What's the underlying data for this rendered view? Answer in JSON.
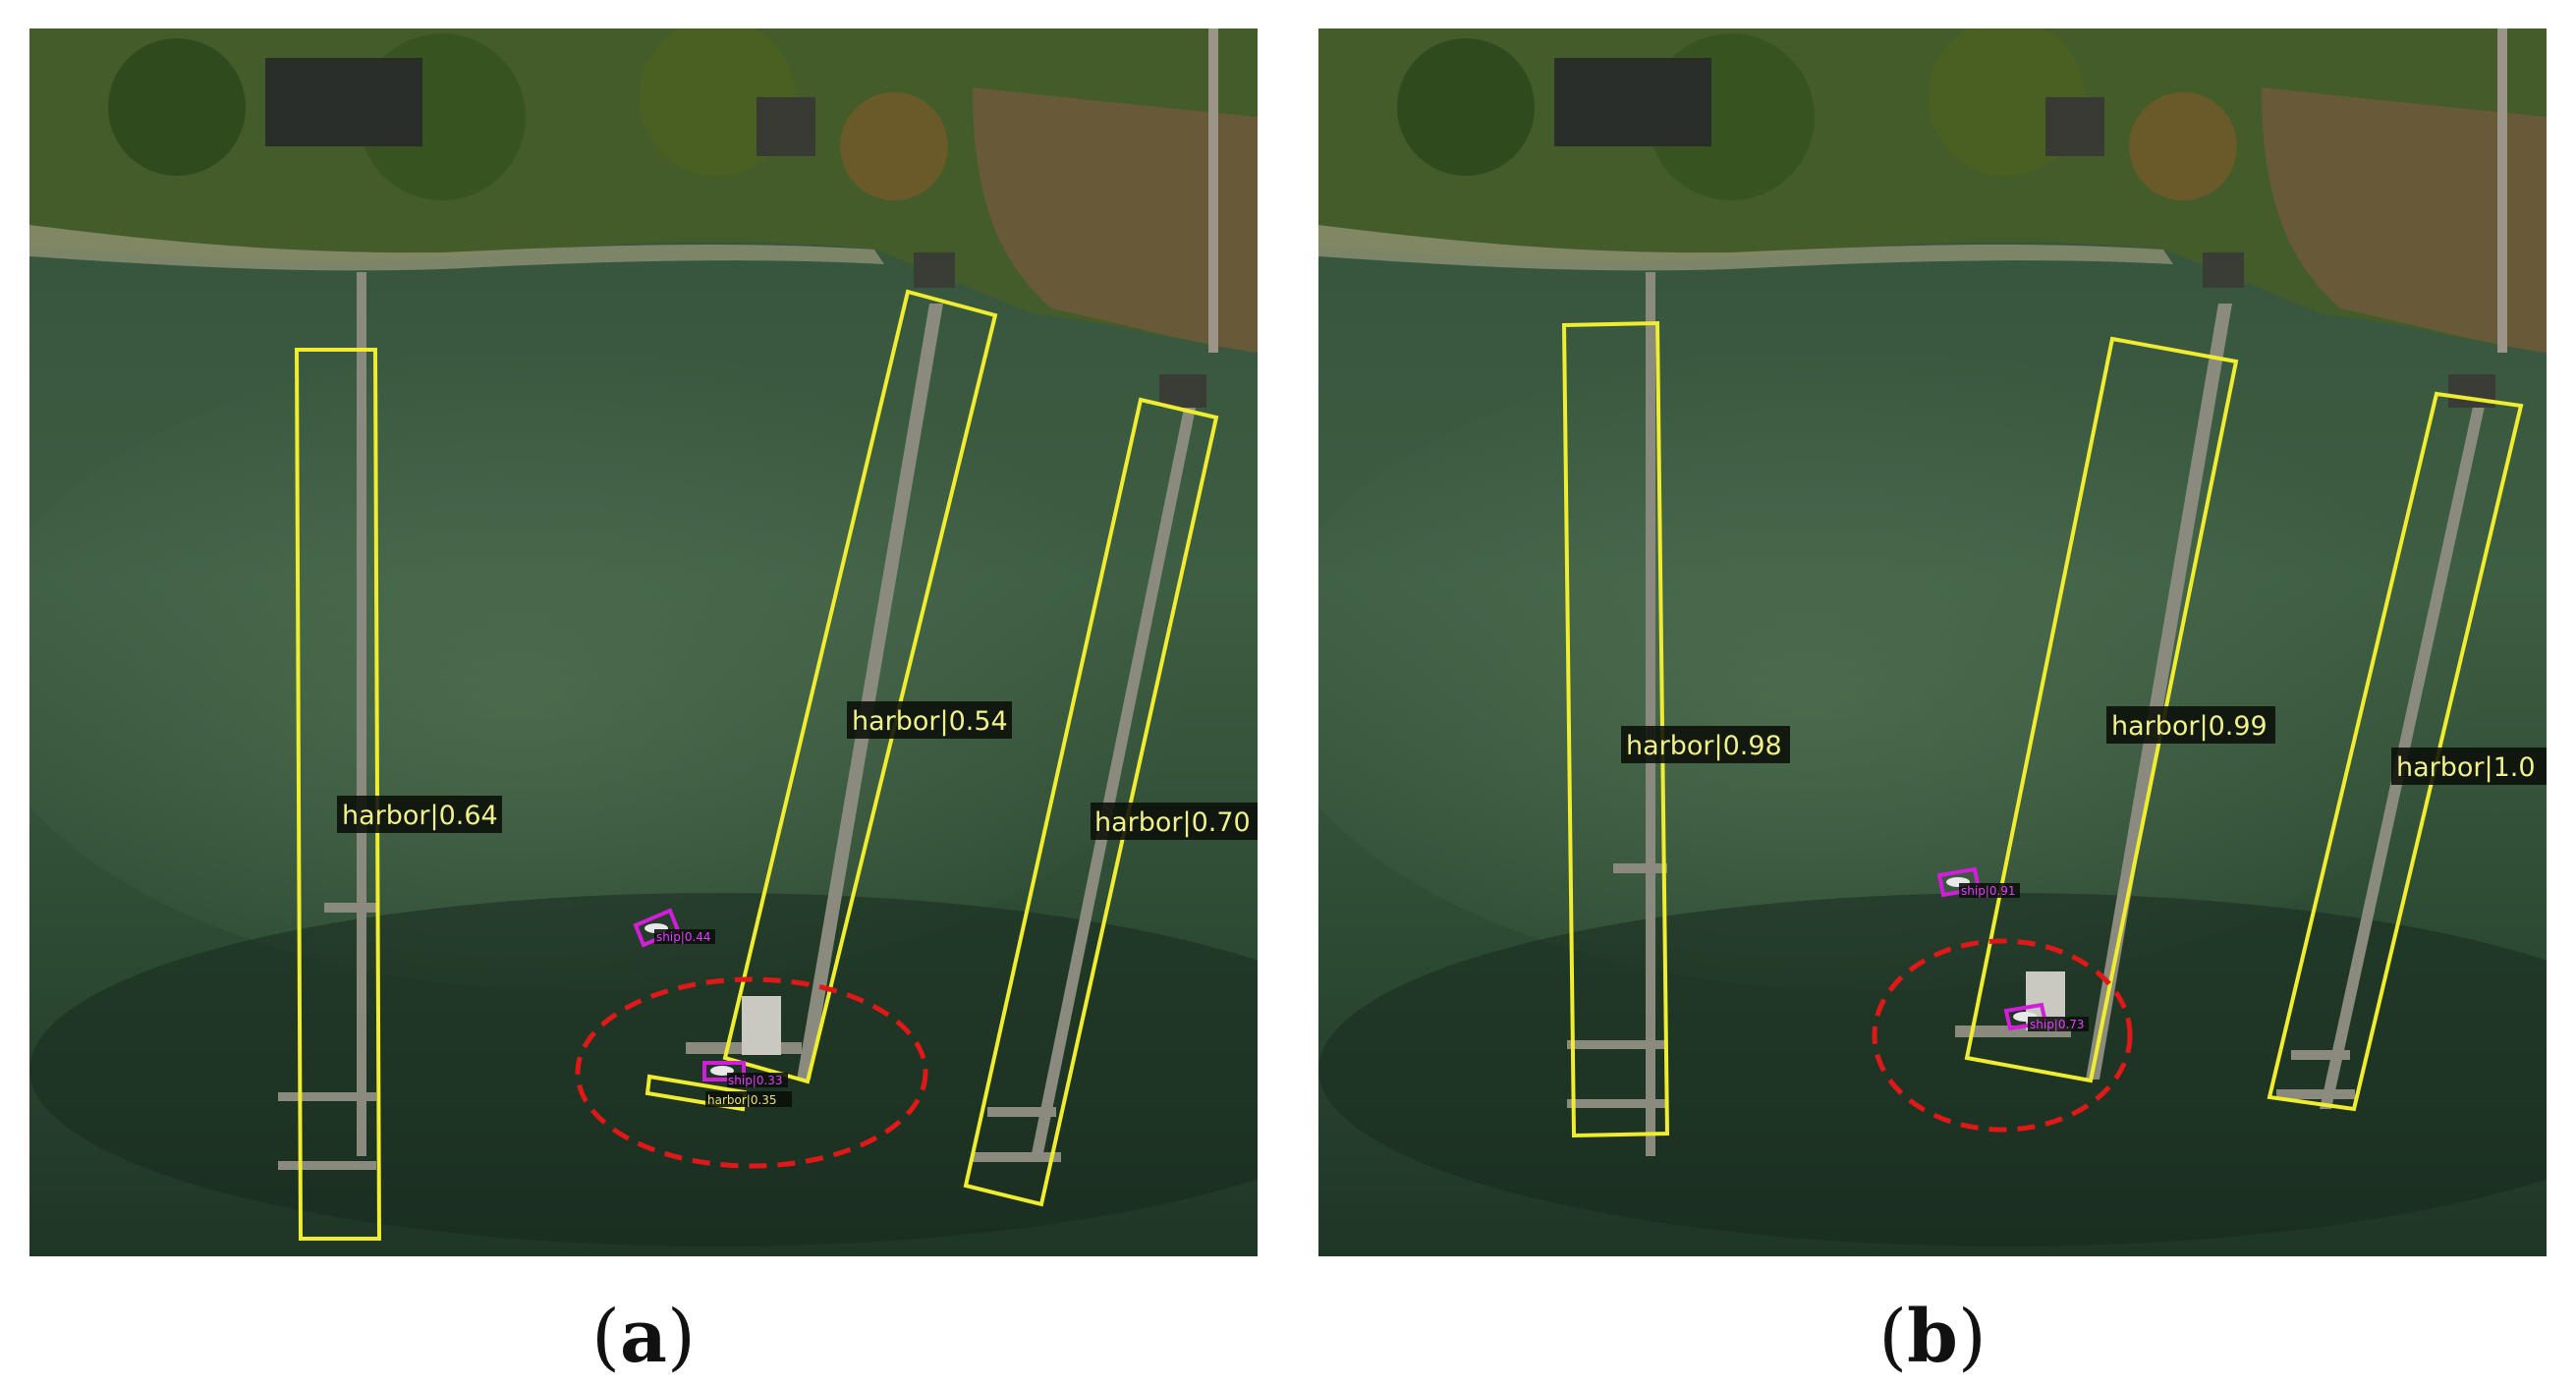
{
  "panels": [
    {
      "caption": "a",
      "harbor_labels": [
        "harbor|0.64",
        "harbor|0.54",
        "harbor|0.70"
      ],
      "ship_labels": [
        "ship|0.44",
        "ship|0.33"
      ],
      "small_harbor_label": "harbor|0.35"
    },
    {
      "caption": "b",
      "harbor_labels": [
        "harbor|0.98",
        "harbor|0.99",
        "harbor|1.0"
      ],
      "ship_labels": [
        "ship|0.91",
        "ship|0.73"
      ]
    }
  ],
  "colors": {
    "harbor_box": "#f0ec30",
    "ship_box": "#d21ddb",
    "highlight_circle": "#e01818",
    "water": "#2f4a34",
    "vegetation": "#3f5a28"
  }
}
